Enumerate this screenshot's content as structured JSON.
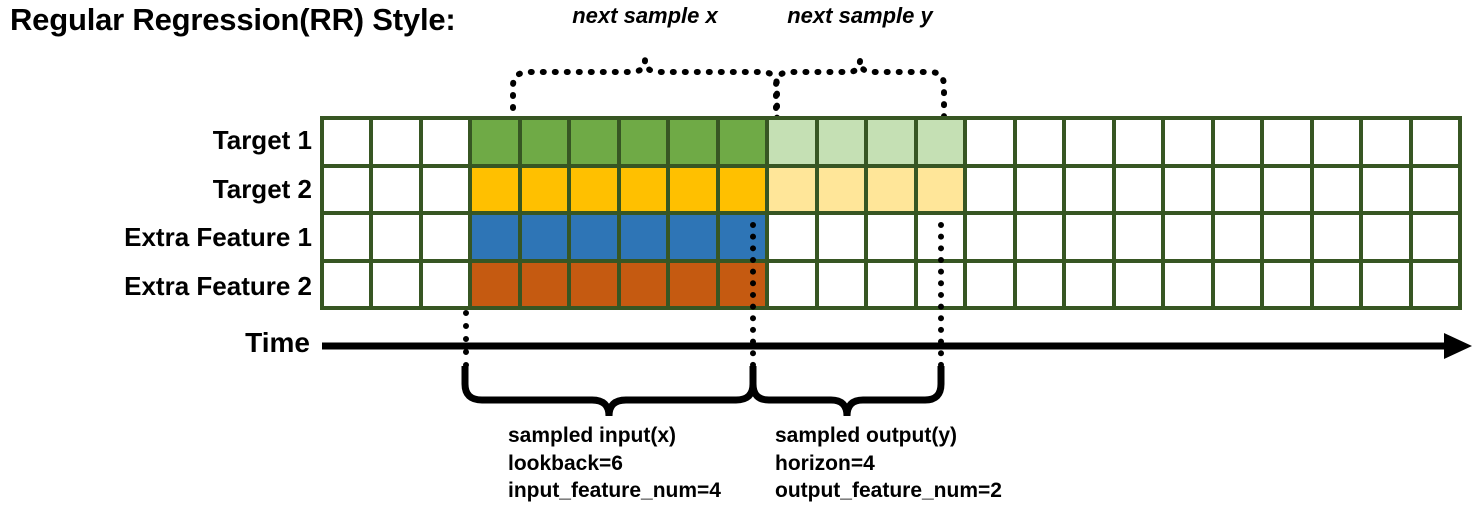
{
  "title": "Regular Regression(RR) Style:",
  "grid": {
    "columns": 23,
    "row_labels": [
      "Target 1",
      "Target 2",
      "Extra Feature 1",
      "Extra Feature 2"
    ],
    "colors": {
      "border": "#375623",
      "empty": "#ffffff",
      "green": "#6FAA46",
      "green_light": "#C5E0B4",
      "yellow": "#FFC000",
      "yellow_light": "#FFE699",
      "blue": "#2E75B6",
      "orange": "#C55A11"
    },
    "rows": [
      {
        "label": "Target 1",
        "cells": [
          "empty",
          "empty",
          "empty",
          "green",
          "green",
          "green",
          "green",
          "green",
          "green",
          "green_light",
          "green_light",
          "green_light",
          "green_light",
          "empty",
          "empty",
          "empty",
          "empty",
          "empty",
          "empty",
          "empty",
          "empty",
          "empty",
          "empty"
        ]
      },
      {
        "label": "Target 2",
        "cells": [
          "empty",
          "empty",
          "empty",
          "yellow",
          "yellow",
          "yellow",
          "yellow",
          "yellow",
          "yellow",
          "yellow_light",
          "yellow_light",
          "yellow_light",
          "yellow_light",
          "empty",
          "empty",
          "empty",
          "empty",
          "empty",
          "empty",
          "empty",
          "empty",
          "empty",
          "empty"
        ]
      },
      {
        "label": "Extra Feature 1",
        "cells": [
          "empty",
          "empty",
          "empty",
          "blue",
          "blue",
          "blue",
          "blue",
          "blue",
          "blue",
          "empty",
          "empty",
          "empty",
          "empty",
          "empty",
          "empty",
          "empty",
          "empty",
          "empty",
          "empty",
          "empty",
          "empty",
          "empty",
          "empty"
        ]
      },
      {
        "label": "Extra Feature 2",
        "cells": [
          "empty",
          "empty",
          "empty",
          "orange",
          "orange",
          "orange",
          "orange",
          "orange",
          "orange",
          "empty",
          "empty",
          "empty",
          "empty",
          "empty",
          "empty",
          "empty",
          "empty",
          "empty",
          "empty",
          "empty",
          "empty",
          "empty",
          "empty"
        ]
      }
    ]
  },
  "top_braces": [
    {
      "label": "next sample x"
    },
    {
      "label": "next sample y"
    }
  ],
  "time_axis": {
    "label": "Time"
  },
  "bottom_braces": [
    {
      "lines": [
        "sampled input(x)",
        "lookback=6",
        "input_feature_num=4"
      ],
      "line1": "sampled input(x)",
      "line2": "lookback=6",
      "line3": "input_feature_num=4"
    },
    {
      "lines": [
        "sampled output(y)",
        "horizon=4",
        "output_feature_num=2"
      ],
      "line1": "sampled output(y)",
      "line2": "horizon=4",
      "line3": "output_feature_num=2"
    }
  ]
}
